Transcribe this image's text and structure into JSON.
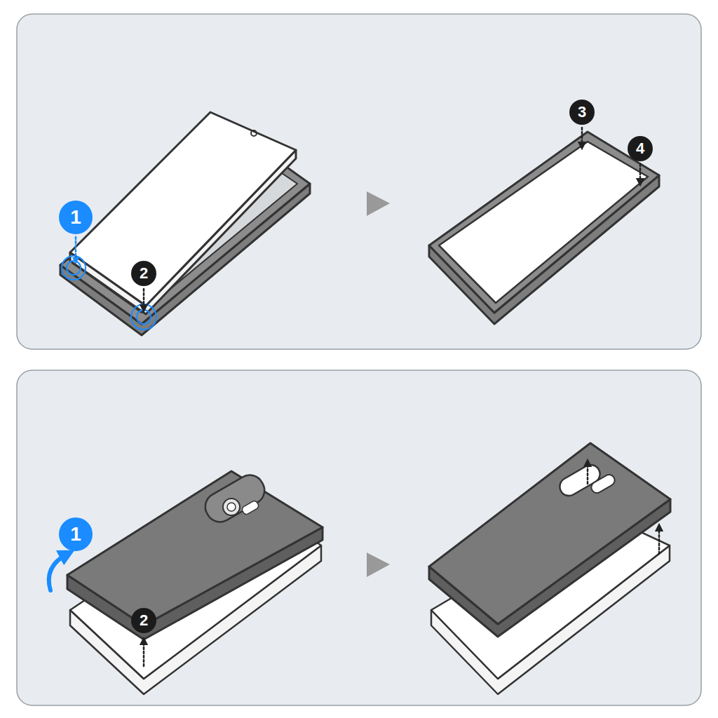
{
  "diagram": {
    "labels": [
      "1",
      "2",
      "3",
      "4",
      "1",
      "2"
    ]
  }
}
